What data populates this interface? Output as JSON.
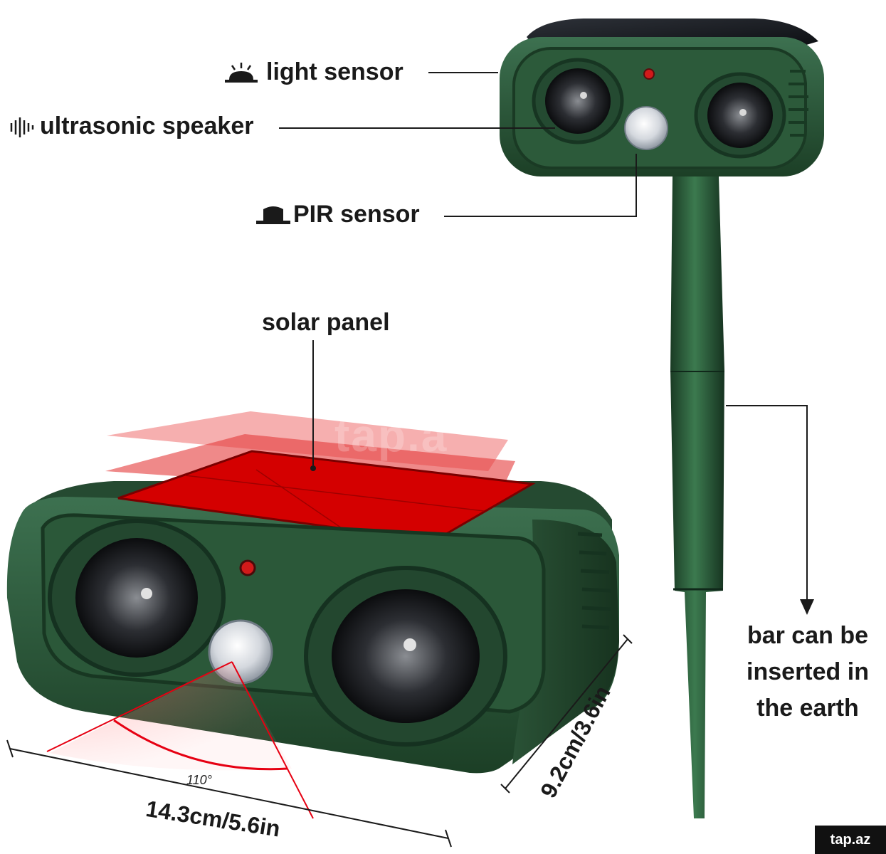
{
  "labels": {
    "light_sensor": "light sensor",
    "ultrasonic_speaker": "ultrasonic speaker",
    "pir_sensor": "PIR sensor",
    "solar_panel": "solar panel",
    "bar_note": "bar can be inserted in the earth"
  },
  "dimensions": {
    "width": "14.3cm/5.6in",
    "height": "9.2cm/3.6in",
    "angle": "110°"
  },
  "watermark": "tap.a",
  "site_badge": "tap.az",
  "colors": {
    "device_green": "#2f5e3e",
    "device_dark": "#1f4429",
    "solar_red": "#d40000",
    "detection_red": "#e60012",
    "text": "#1a1a1a"
  },
  "icons": [
    "light-sensor-icon",
    "speaker-waves-icon",
    "pir-sensor-icon"
  ]
}
